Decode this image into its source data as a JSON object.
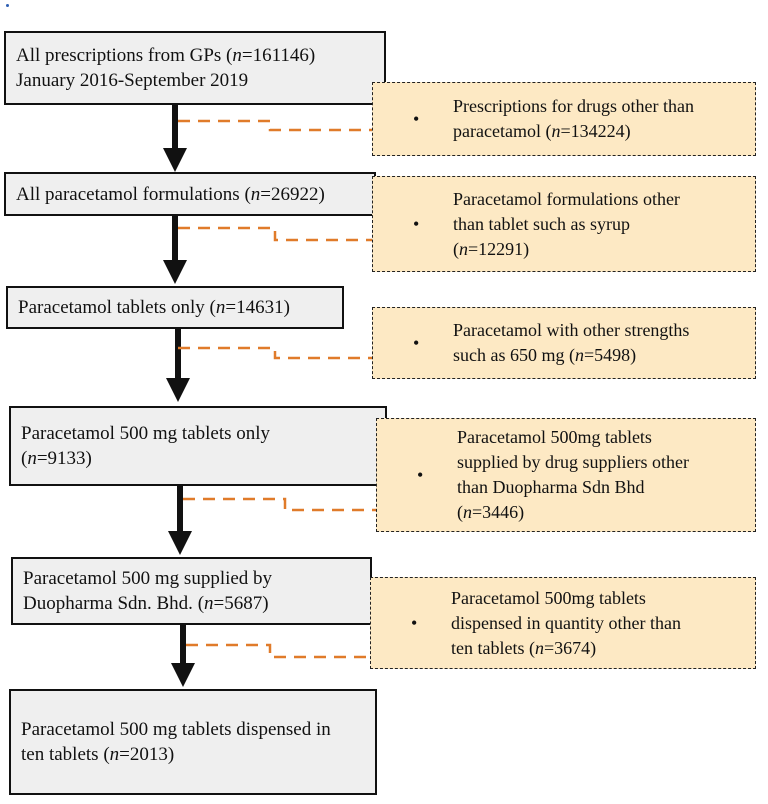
{
  "steps": [
    {
      "id": "s1",
      "lines": [
        "All prescriptions from GPs (n=161146)",
        "January 2016-September 2019"
      ],
      "n": "161146"
    },
    {
      "id": "s2",
      "lines": [
        "All paracetamol formulations (n=26922)"
      ],
      "n": "26922"
    },
    {
      "id": "s3",
      "lines": [
        "Paracetamol tablets only (n=14631)"
      ],
      "n": "14631"
    },
    {
      "id": "s4",
      "lines": [
        "Paracetamol 500 mg tablets only",
        "(n=9133)"
      ],
      "n": "9133"
    },
    {
      "id": "s5",
      "lines": [
        "Paracetamol 500 mg supplied by",
        "Duopharma Sdn. Bhd. (n=5687)"
      ],
      "n": "5687"
    },
    {
      "id": "s6",
      "lines": [
        "Paracetamol 500 mg tablets dispensed in",
        "ten tablets (n=2013)"
      ],
      "n": "2013"
    }
  ],
  "exclusions": [
    {
      "id": "e1",
      "bullet": "•",
      "lines": [
        "Prescriptions for drugs other than",
        "paracetamol (n=134224)"
      ]
    },
    {
      "id": "e2",
      "bullet": "•",
      "lines": [
        "Paracetamol formulations other",
        "than tablet such as syrup",
        "(n=12291)"
      ]
    },
    {
      "id": "e3",
      "bullet": "•",
      "lines": [
        "Paracetamol with other strengths",
        "such as 650 mg (n=5498)"
      ]
    },
    {
      "id": "e4",
      "bullet": "•",
      "lines": [
        "Paracetamol 500mg tablets",
        "supplied by drug suppliers other",
        "than Duopharma Sdn Bhd",
        "(n=3446)"
      ]
    },
    {
      "id": "e5",
      "bullet": "•",
      "lines": [
        "Paracetamol 500mg tablets",
        "dispensed in quantity other than",
        "ten tablets (n=3674)"
      ]
    }
  ],
  "colors": {
    "step_fill": "#efefef",
    "exclusion_fill": "#fde9c4",
    "dashed_link": "#e07b2a",
    "arrow": "#111111"
  }
}
